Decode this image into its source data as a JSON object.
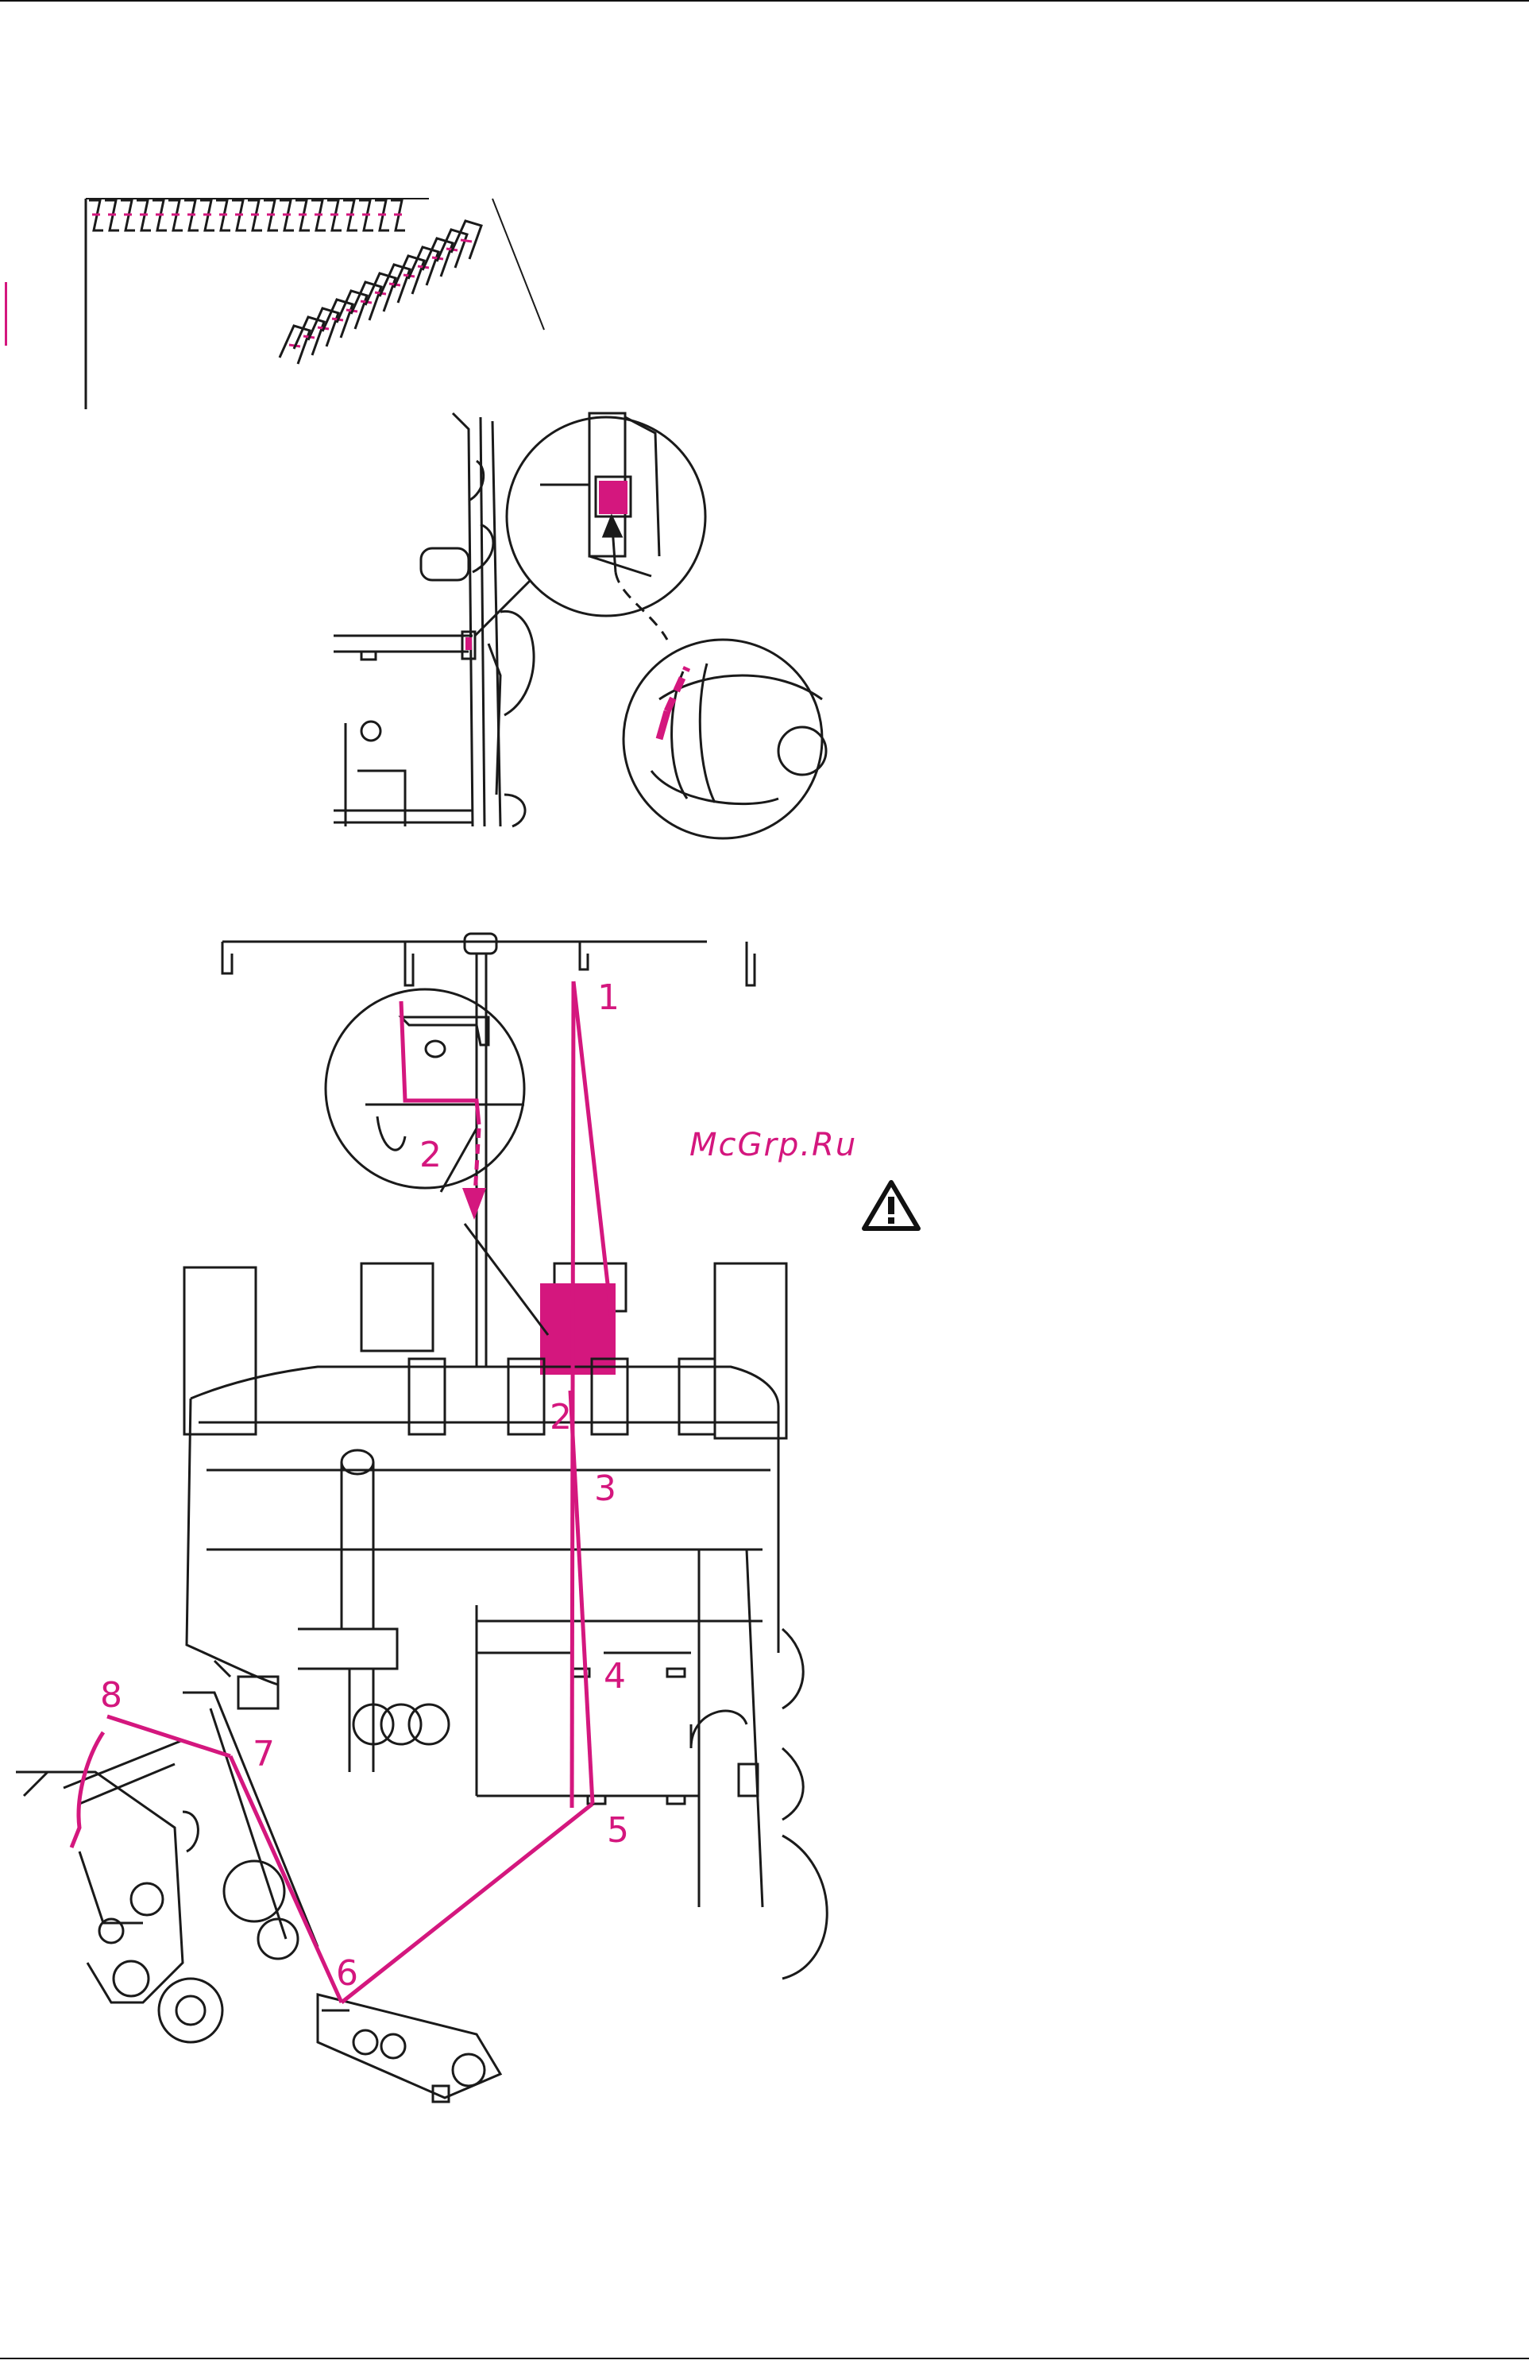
{
  "watermark": "McGrp.Ru",
  "callouts": [
    "1",
    "2",
    "2",
    "3",
    "4",
    "5",
    "6",
    "7",
    "8"
  ],
  "icons": {
    "warning": "warning-triangle-icon"
  },
  "colors": {
    "accent": "#d4177e",
    "line": "#1a1a1a"
  }
}
